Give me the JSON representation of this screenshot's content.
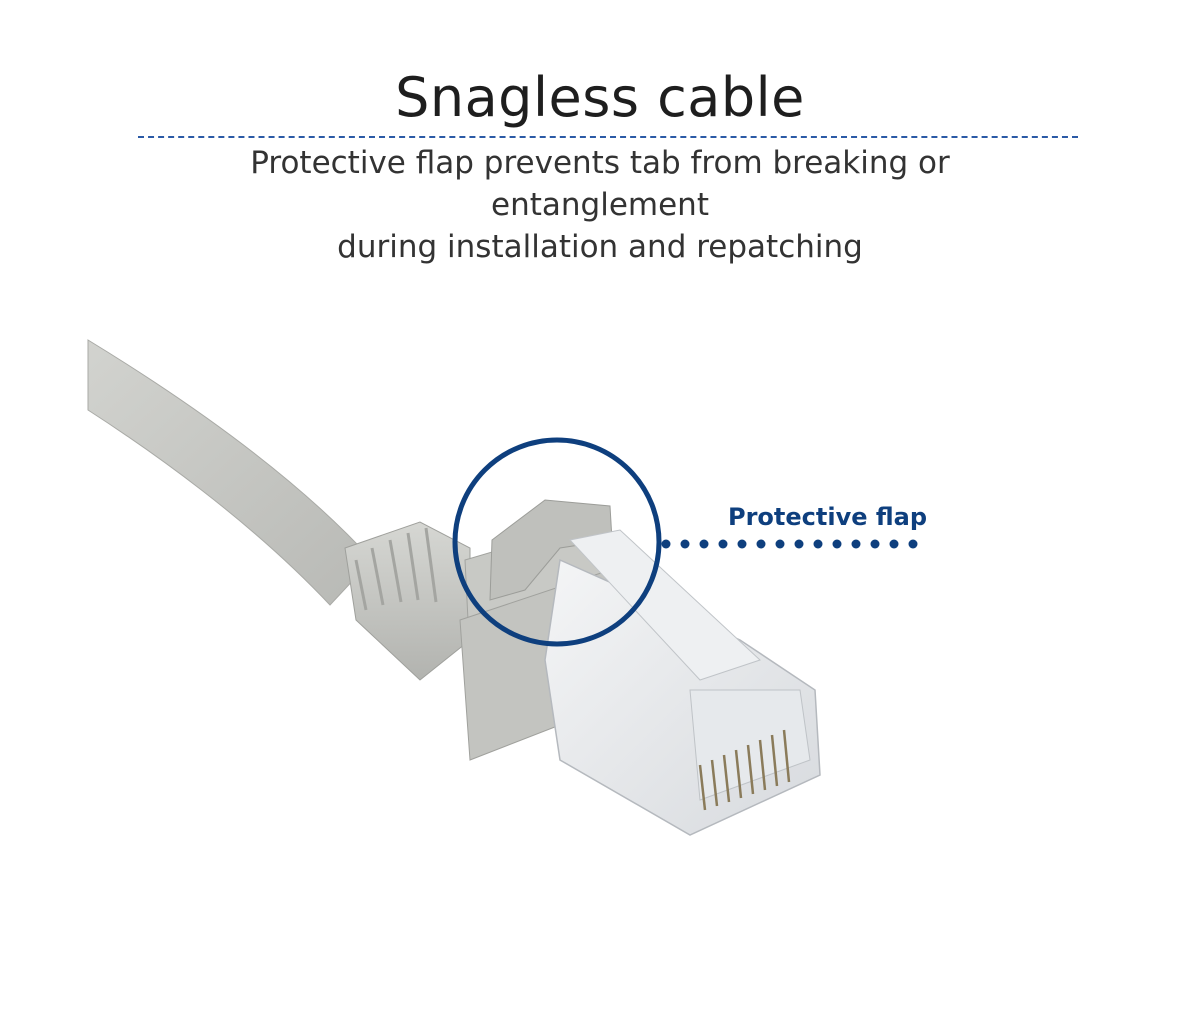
{
  "header": {
    "title": "Snagless cable",
    "subtitle_line1": "Protective flap prevents tab from breaking or entanglement",
    "subtitle_line2": "during installation and repatching"
  },
  "callout": {
    "label": "Protective flap"
  },
  "colors": {
    "accent": "#0e3f7e",
    "divider": "#2b5aa6",
    "cable": "#c9cac6",
    "text": "#1e1e1e"
  },
  "icons": {
    "product": "rj45-snagless-connector-icon"
  }
}
